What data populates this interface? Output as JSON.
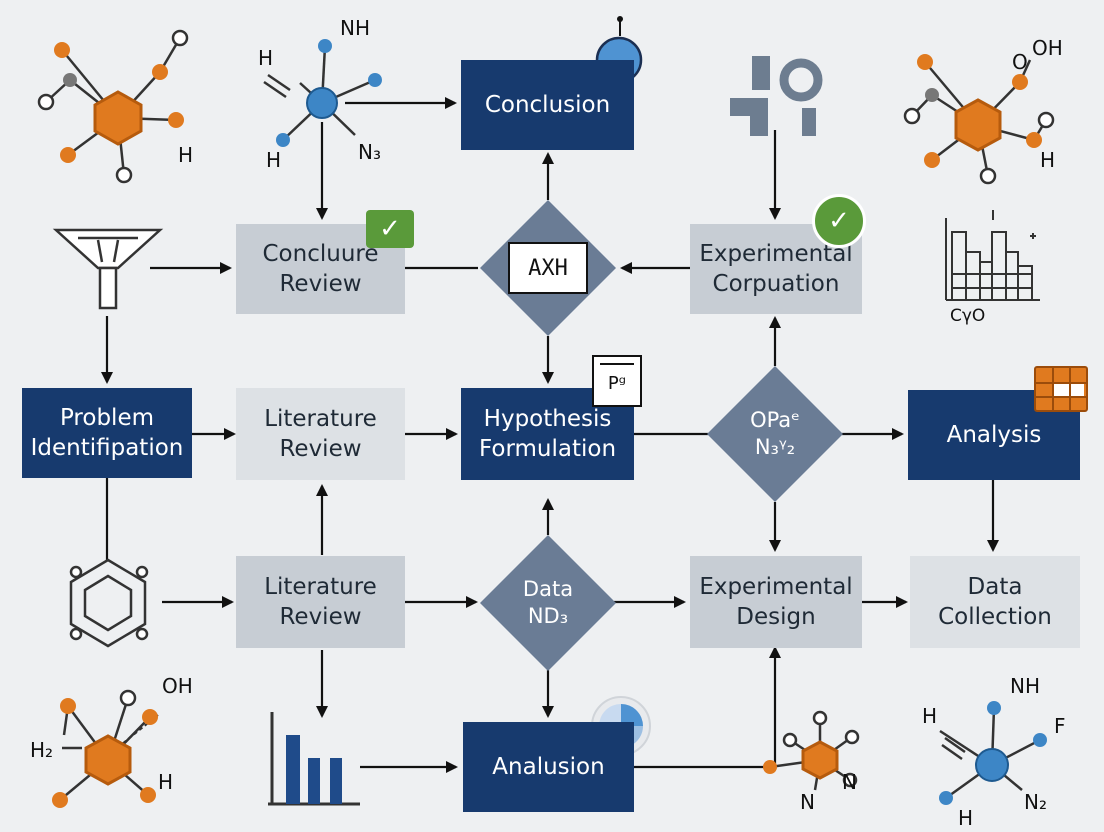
{
  "nodes": {
    "conclusion": "Conclusion",
    "concluure_review": "Concluure\nReview",
    "experimental_corpuation": "Experimental\nCorpuation",
    "problem_identification": "Problem\nIdentifipation",
    "literature_review_mid": "Literature\nReview",
    "hypothesis_formulation": "Hypothesis\nFormulation",
    "analysis": "Analysis",
    "literature_review_low": "Literature\nReview",
    "experimental_design": "Experimental\nDesign",
    "data_collection": "Data\nCollection",
    "analusion": "Analusion"
  },
  "diamonds": {
    "axh": "AXH",
    "opa": "OPaᵉ\nN₃ᵞ₂",
    "data_nd": "Data\nND₃"
  },
  "labels": {
    "mol_top_left_h": "H",
    "mol_top_center_nh": "NH",
    "mol_top_center_h1": "H",
    "mol_top_center_h2": "H",
    "mol_top_center_n3": "N₃",
    "mol_top_right_oh": "OH",
    "mol_top_right_o": "O",
    "mol_top_right_h": "H",
    "mol_bottom_left_oh": "OH",
    "mol_bottom_left_h2": "H₂",
    "mol_bottom_left_h": "H",
    "mol_bottom_center_n1": "N",
    "mol_bottom_center_n2": "N",
    "mol_bottom_right_nh": "NH",
    "mol_bottom_right_h1": "H",
    "mol_bottom_right_f": "F",
    "mol_bottom_right_h2": "H",
    "mol_bottom_right_n2": "N₂",
    "chart_caption": "CγO",
    "doc_icon_text": "Pᵍ"
  },
  "colors": {
    "navy": "#173a6e",
    "gray_box": "#c7cdd4",
    "light_box": "#dde1e5",
    "diamond": "#6a7c95",
    "orange": "#e07a1f",
    "blue_atom": "#3d86c6",
    "check_green": "#5a9a3a"
  }
}
